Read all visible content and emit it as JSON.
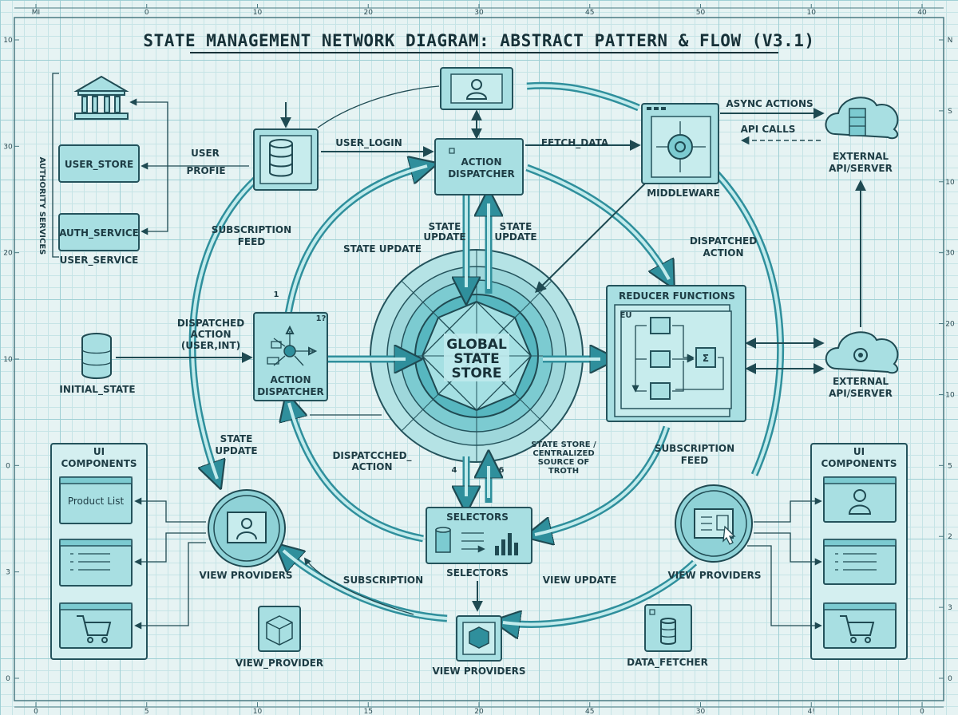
{
  "title": "STATE MANAGEMENT NETWORK DIAGRAM: ABSTRACT PATTERN & FLOW (V3.1)",
  "colors": {
    "accent": "#2f8f9c",
    "box": "#a8dfe2",
    "ink": "#1f4a52",
    "background": "#e6f3f3"
  },
  "ruler": {
    "top": [
      "MI",
      "0",
      "10",
      "20",
      "30",
      "45",
      "50",
      "10",
      "40"
    ],
    "bottom": [
      "0",
      "5",
      "10",
      "15",
      "20",
      "45",
      "30",
      "4!",
      "0"
    ],
    "left": [
      "10",
      "30",
      "20",
      "10",
      "0",
      "3",
      "0"
    ],
    "right": [
      "N",
      "S",
      "10",
      "30",
      "20",
      "10",
      "5",
      "2",
      "3",
      "0"
    ]
  },
  "center": {
    "line1": "GLOBAL",
    "line2": "STATE",
    "line3": "STORE"
  },
  "nodes": {
    "action_dispatcher_top": "ACTION\nDISPATCHER",
    "action_dispatcher_left": "ACTION\nDISPATCHER",
    "middleware": "MIDDLEWARE",
    "reducer": "REDUCER FUNCTIONS",
    "selectors_title": "SELECTORS",
    "selectors_caption": "SELECTORS",
    "view_providers_left": "VIEW PROVIDERS",
    "view_providers_right": "VIEW PROVIDERS",
    "view_providers_bottom": "VIEW PROVIDERS",
    "view_provider": "VIEW_PROVIDER",
    "data_fetcher": "DATA_FETCHER",
    "initial_state": "INITIAL_STATE",
    "external_api_top": "EXTERNAL\nAPI/SERVER",
    "external_api_right": "EXTERNAL\nAPI/SERVER",
    "user_store": "USER_STORE",
    "auth_service": "AUTH_SERVICE",
    "user_service": "USER_SERVICE",
    "authority_services": "AUTHORITY SERVICES",
    "ui_components_left": "UI\nCOMPONENTS",
    "ui_components_right": "UI\nCOMPONENTS",
    "product_list": "Product List"
  },
  "edge_labels": {
    "user_profile": "USER\nPROFIE",
    "user_login": "USER_LOGIN",
    "fetch_data": "FETCH_DATA",
    "async_actions": "ASYNC ACTIONS",
    "api_calls": "API CALLS",
    "subscription_feed_top": "SUBSCRIPTION\nFEED",
    "state_update_top": "STATE UPDATE",
    "state_update_a": "STATE\nUPDATE",
    "state_update_b": "STATE\nUPDATE",
    "dispatched_action_right": "DISPATCHED\nACTION",
    "dispatched_action_left": "DISPATCHED\nACTION\n(USER,INT)",
    "state_update_left": "STATE\nUPDATE",
    "dispatched_action_mid": "DISPATCCHED_\nACTION",
    "state_store_note": "STATE STORE /\nCENTRALIZED\nSOURCE OF\nTROTH",
    "subscription_feed_right": "SUBSCRIPTION\nFEED",
    "subscription": "SUBSCRIPTION",
    "view_update": "VIEW UPDATE",
    "marker_1": "1",
    "marker_4": "4",
    "marker_6": "6",
    "marker_12": "1?",
    "reducer_marker": "EU"
  }
}
